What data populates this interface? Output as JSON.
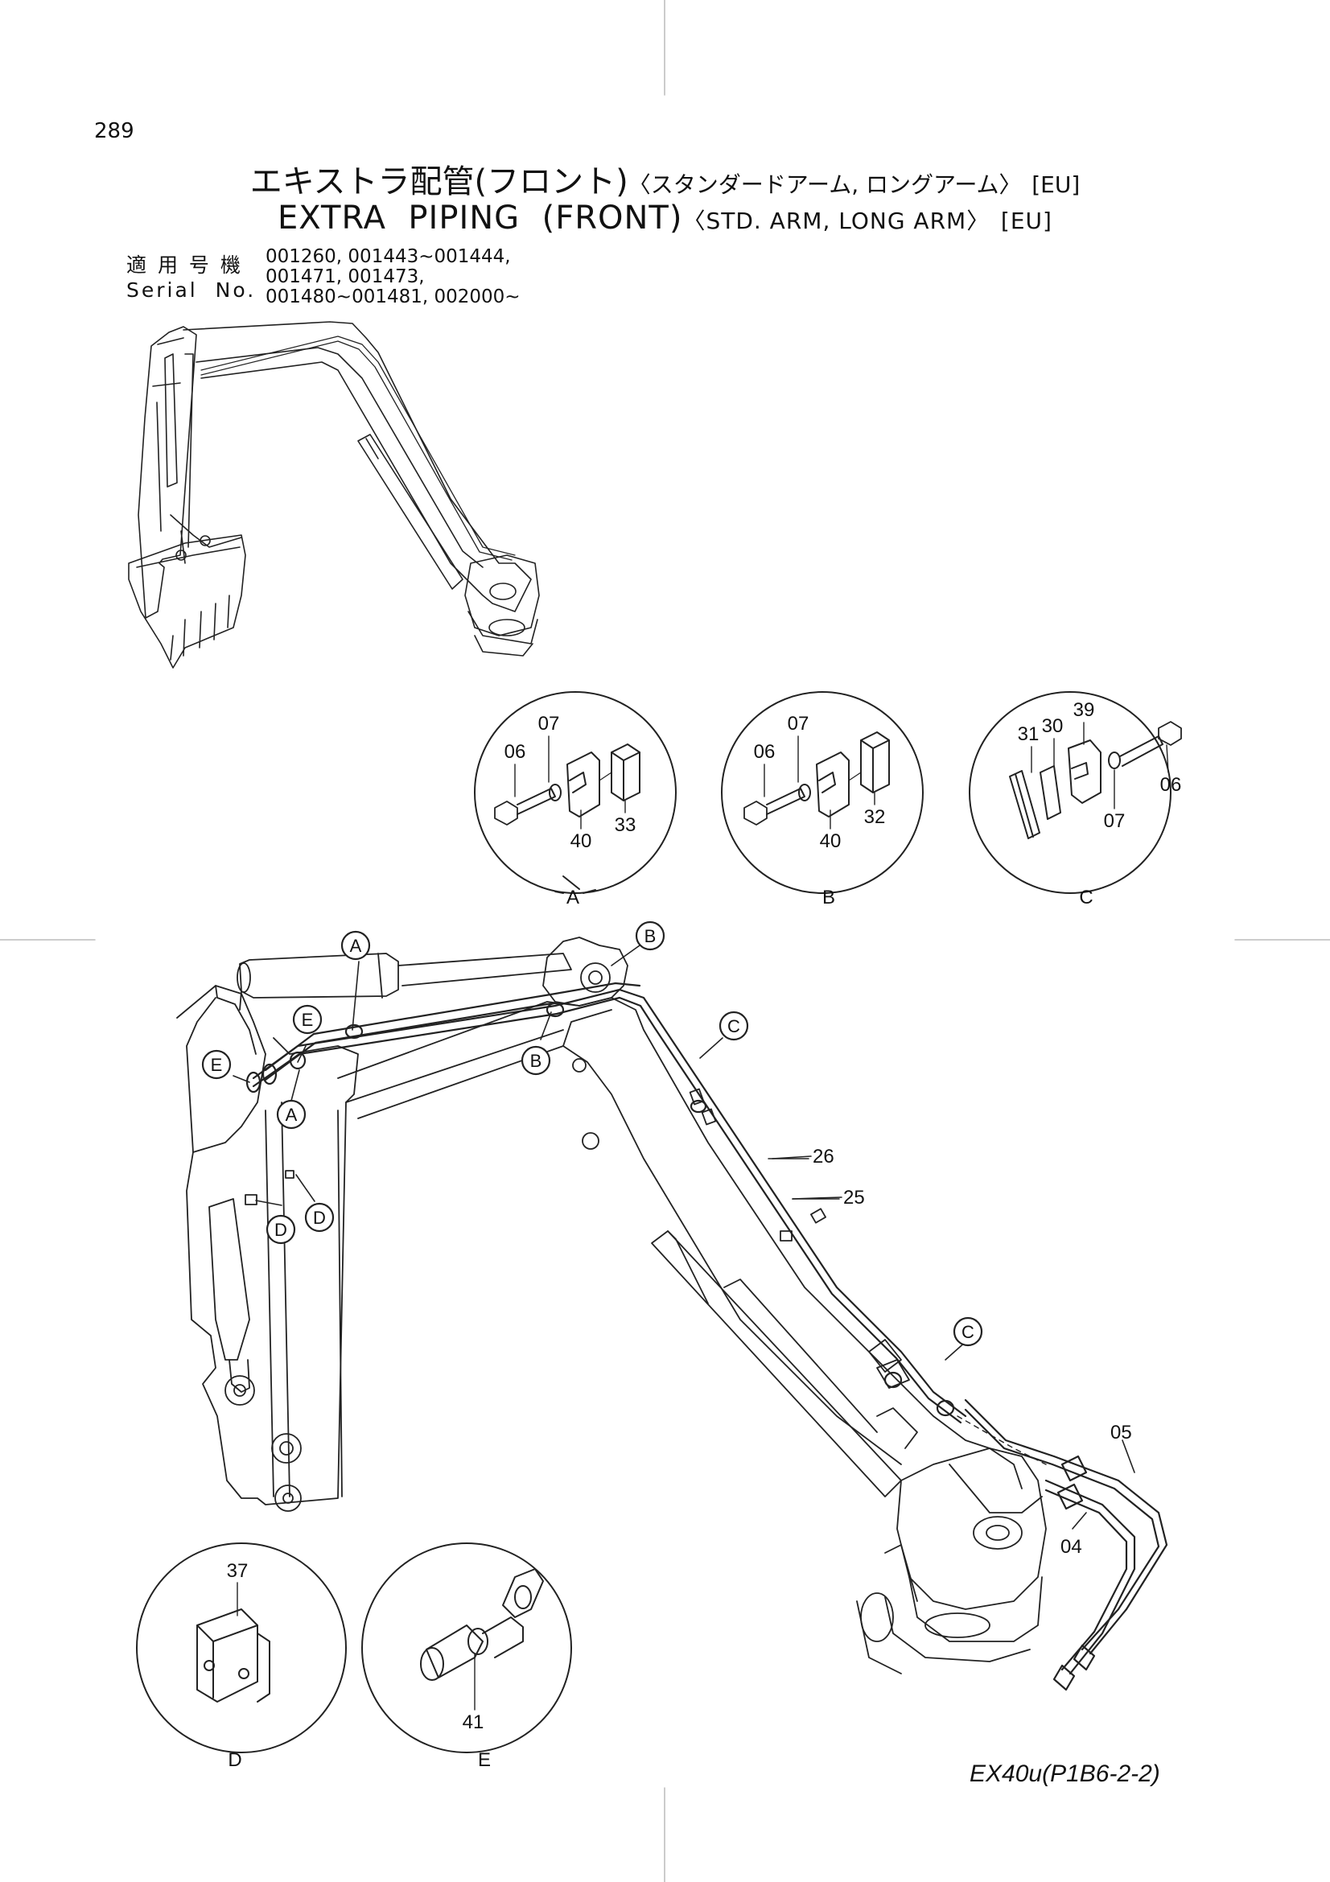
{
  "header": {
    "page_number": "289",
    "title_jp_main": "エキストラ配管(フロント)",
    "title_jp_sub": "〈スタンダードアーム, ロングアーム〉",
    "title_jp_region": "[EU]",
    "title_en_main": "EXTRA  PIPING  (FRONT)",
    "title_en_sub": "〈STD. ARM, LONG ARM〉",
    "title_en_region": "[EU]"
  },
  "serial": {
    "label_jp": "適 用 号 機",
    "label_en": "Serial  No.",
    "lines": [
      "001260, 001443~001444,",
      "001471, 001473,",
      "001480~001481, 002000~"
    ]
  },
  "details": {
    "A": {
      "caption": "A",
      "parts": [
        "06",
        "07",
        "40",
        "33"
      ]
    },
    "B": {
      "caption": "B",
      "parts": [
        "06",
        "07",
        "40",
        "32"
      ]
    },
    "C": {
      "caption": "C",
      "parts": [
        "31",
        "30",
        "39",
        "06",
        "07"
      ]
    },
    "D": {
      "caption": "D",
      "parts": [
        "37"
      ]
    },
    "E": {
      "caption": "E",
      "parts": [
        "41"
      ]
    }
  },
  "main_callouts": {
    "circles": [
      "A",
      "B",
      "E",
      "E",
      "A",
      "B",
      "C",
      "D",
      "D",
      "C"
    ],
    "parts": [
      "26",
      "25",
      "05",
      "04"
    ]
  },
  "footer": {
    "code": "EX40u(P1B6-2-2)"
  }
}
